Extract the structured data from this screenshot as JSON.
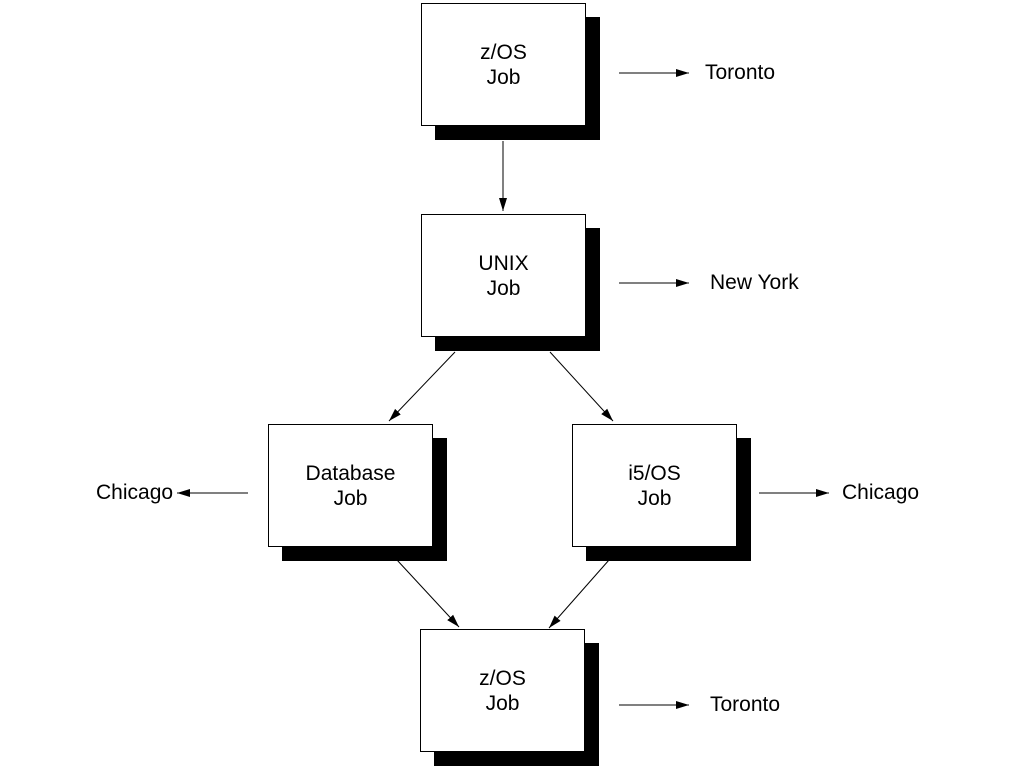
{
  "diagram": {
    "description": "Job dependency flow diagram",
    "nodes": [
      {
        "line1": "z/OS",
        "line2": "Job",
        "location": "Toronto"
      },
      {
        "line1": "UNIX",
        "line2": "Job",
        "location": "New York"
      },
      {
        "line1": "Database",
        "line2": "Job",
        "location": "Chicago"
      },
      {
        "line1": "i5/OS",
        "line2": "Job",
        "location": "Chicago"
      },
      {
        "line1": "z/OS",
        "line2": "Job",
        "location": "Toronto"
      }
    ],
    "edges": [
      "zos-top to unix",
      "unix to database",
      "unix to i5os",
      "database to zos-bottom",
      "i5os to zos-bottom",
      "zos-top to toronto",
      "unix to new-york",
      "database to chicago",
      "i5os to chicago",
      "zos-bottom to toronto"
    ],
    "colors": {
      "background": "#ffffff",
      "box_fill": "#ffffff",
      "box_border": "#000000",
      "box_shadow": "#000000",
      "text": "#000000",
      "arrow": "#000000"
    }
  }
}
